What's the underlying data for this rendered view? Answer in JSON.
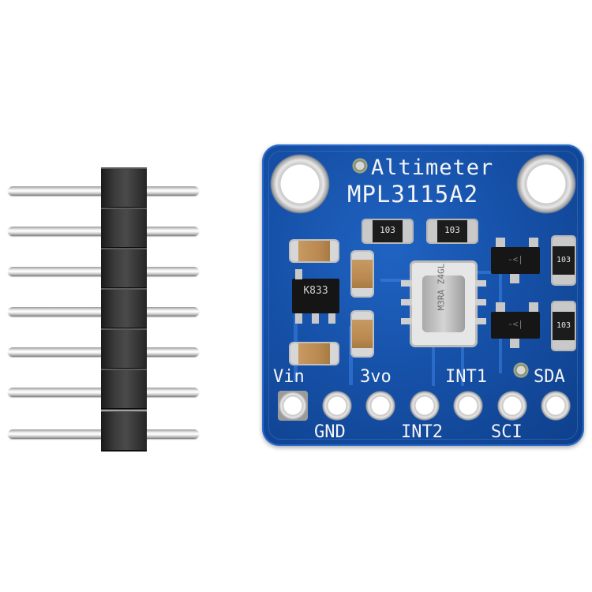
{
  "image": {
    "subject": "pcb-breakout-board-with-pin-header",
    "background_color": "#ffffff"
  },
  "board": {
    "title": "Altimeter",
    "part_number": "MPL3115A2",
    "pcb_color": "#1651a8",
    "silkscreen_color": "#f4f4f4",
    "pin_labels_top": [
      "Vin",
      "3vo",
      "INT1",
      "SDA"
    ],
    "pin_labels_bottom": [
      "GND",
      "INT2",
      "SCI"
    ],
    "component_markings": {
      "resistor_1": "103",
      "resistor_2": "103",
      "resistor_3": "103",
      "resistor_4": "103",
      "regulator": "K833",
      "sensor": "M3RA Z4GL",
      "transistor_1": "-<|",
      "transistor_2": "-<|"
    }
  },
  "pin_header": {
    "pin_count": 7,
    "plastic_color": "#2b2b2b",
    "metal_color": "#d9d9d9"
  }
}
